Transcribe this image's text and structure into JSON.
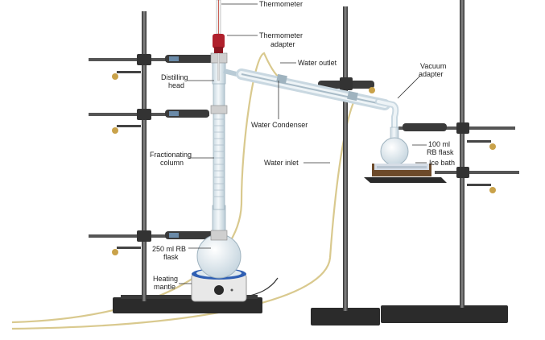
{
  "diagram": {
    "labels": {
      "thermometer": "Thermometer",
      "thermometer_adapter_1": "Thermometer",
      "thermometer_adapter_2": "adapter",
      "water_outlet": "Water outlet",
      "distilling_head_1": "Distilling",
      "distilling_head_2": "head",
      "water_condenser": "Water Condenser",
      "fractionating_column_1": "Fractionating",
      "fractionating_column_2": "column",
      "water_inlet": "Water inlet",
      "vacuum_adapter_1": "Vacuum",
      "vacuum_adapter_2": "adapter",
      "rb_flask_100_1": "100 ml",
      "rb_flask_100_2": "RB flask",
      "ice_bath": "Ice bath",
      "rb_flask_250_1": "250 ml RB",
      "rb_flask_250_2": "flask",
      "heating_mantle_1": "Heating",
      "heating_mantle_2": "mantle"
    },
    "colors": {
      "stand_rod": "#4a4a4a",
      "base": "#2b2b2b",
      "glass": "#dfe9ef",
      "glass_edge": "#9fb3bf",
      "tubing": "#d9c98e",
      "adapter_red": "#b0202c",
      "mantle_blue": "#2f5fb3",
      "clamp_tip": "#c9a24a"
    }
  }
}
